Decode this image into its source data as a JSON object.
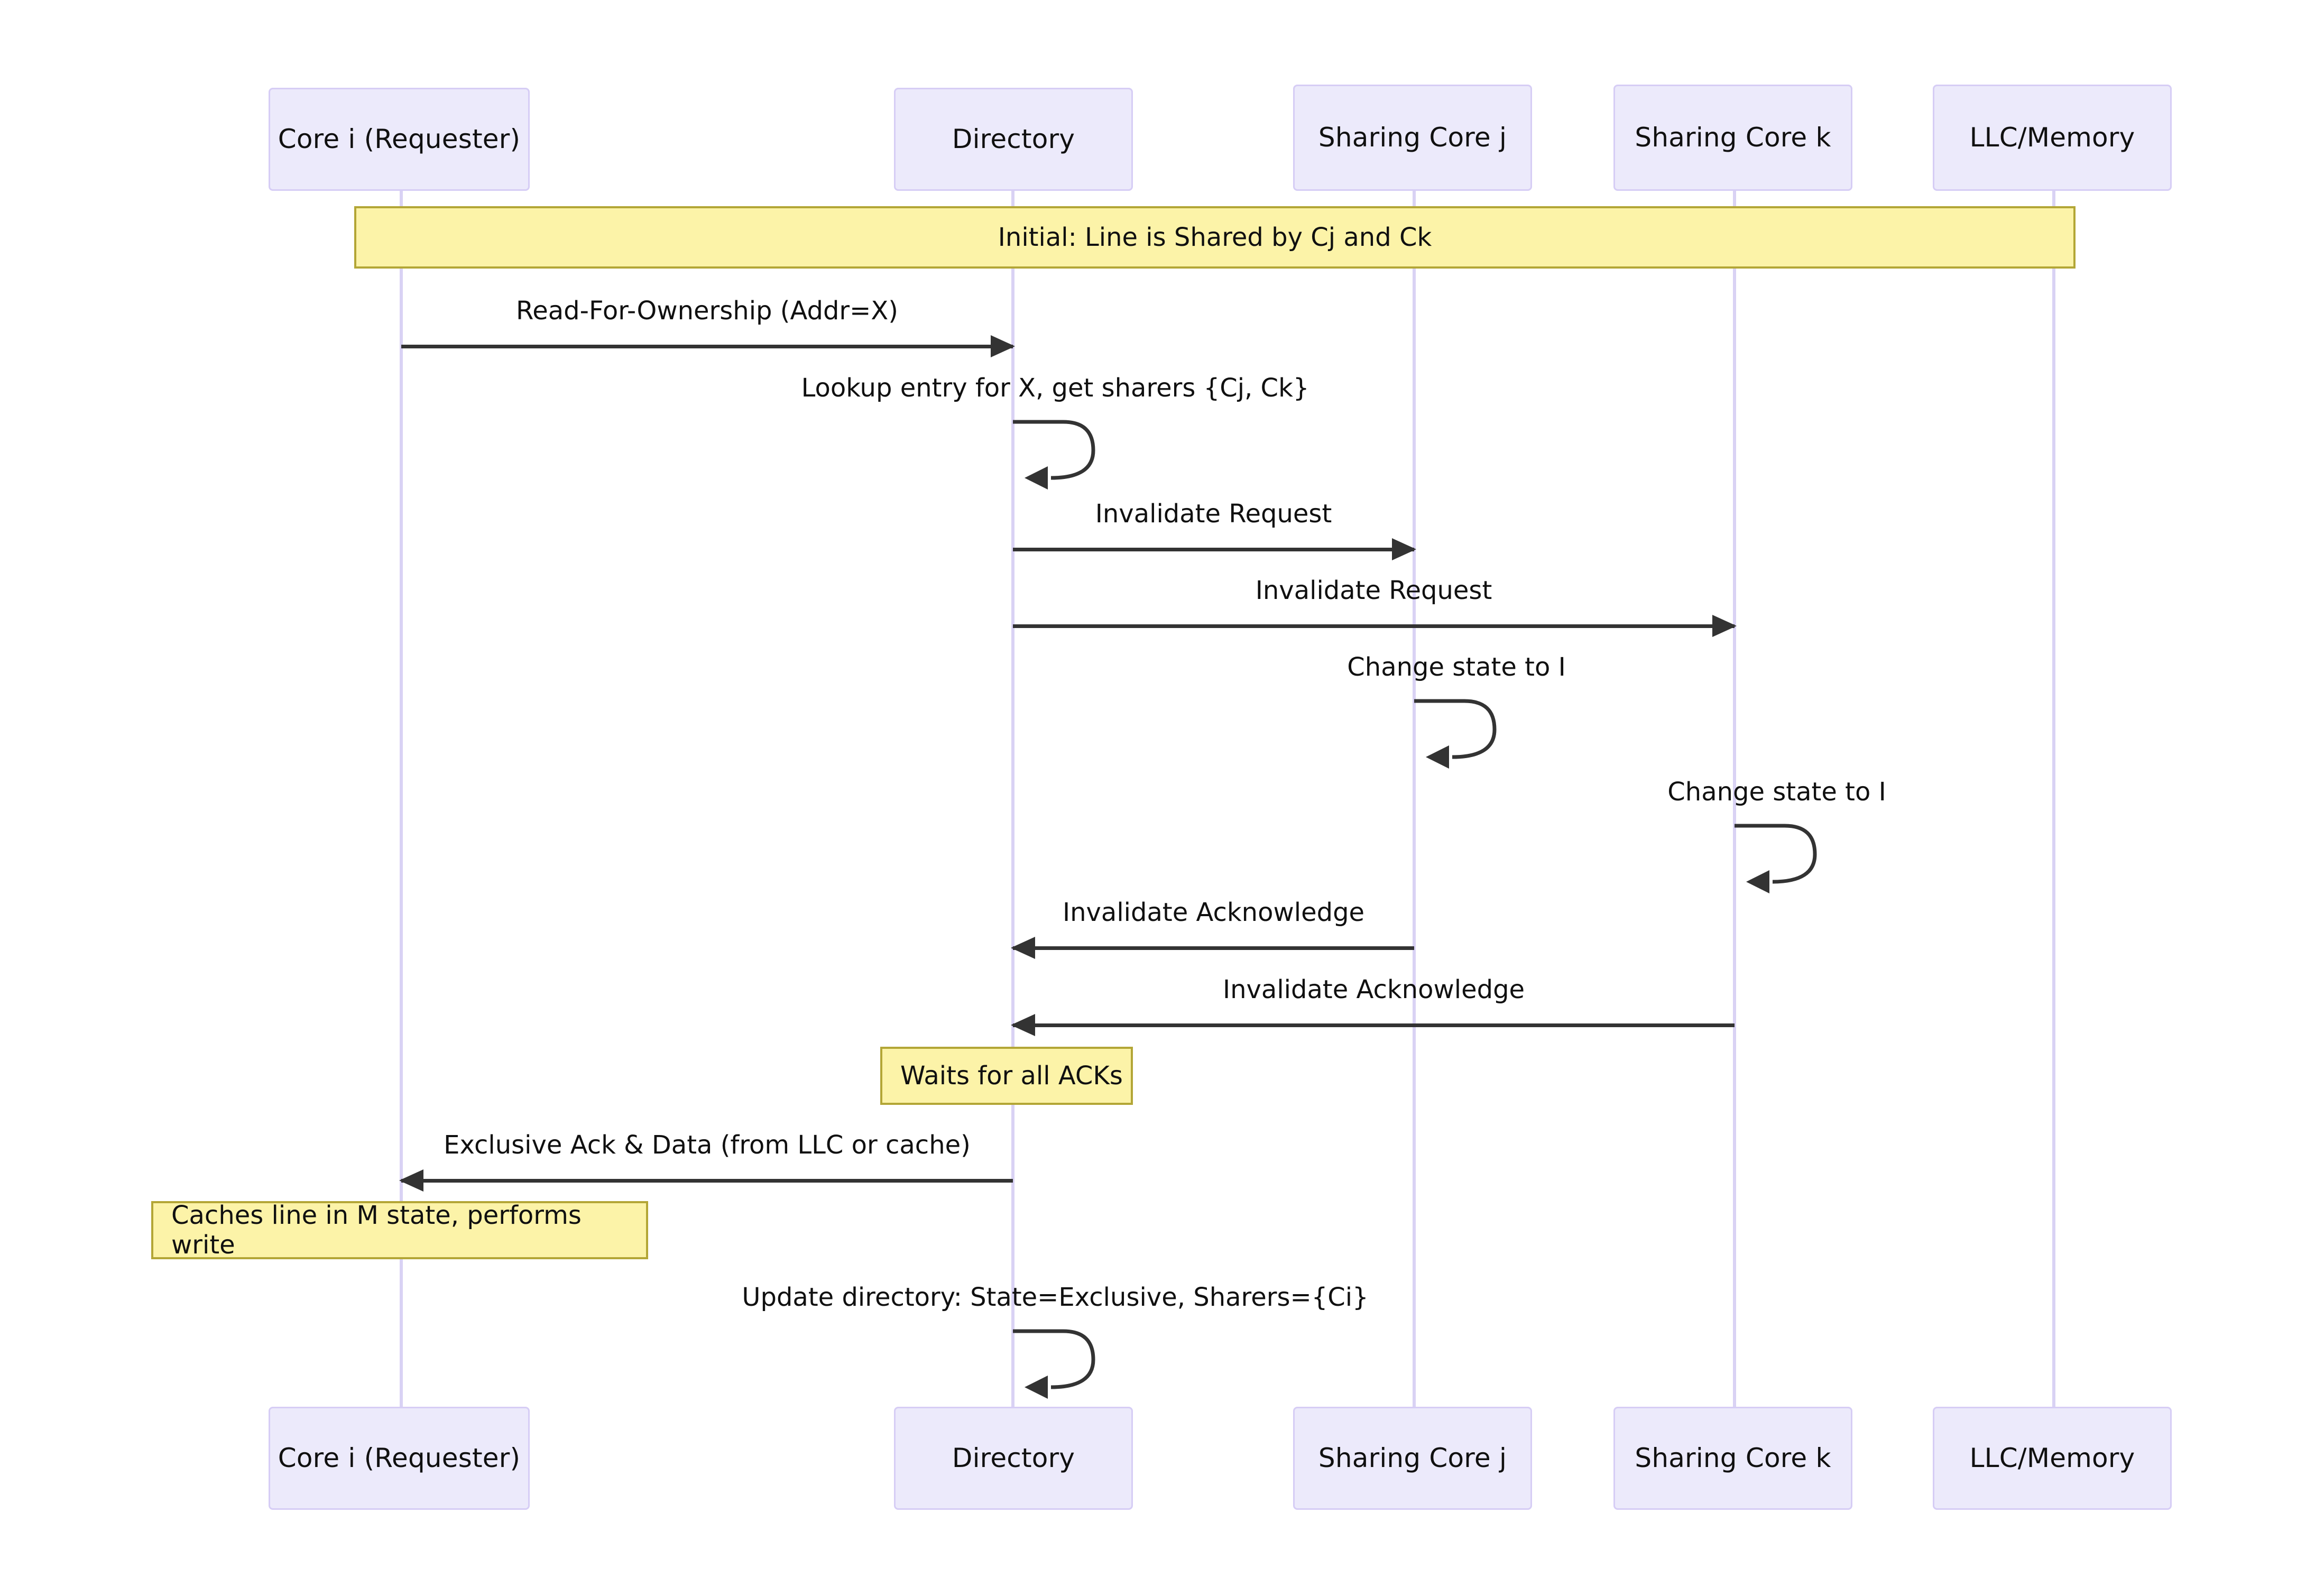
{
  "diagram": {
    "type": "sequence-diagram",
    "title": "Directory-based cache coherence: Read-For-Ownership",
    "colors": {
      "actor_fill": "#ECEAFB",
      "actor_border": "#D6CDF5",
      "lifeline": "#D9D2F4",
      "note_fill": "#FCF3A8",
      "note_border": "#B3A636",
      "arrow": "#333333",
      "text": "#101010",
      "background": "#FFFFFF"
    }
  },
  "participants": [
    {
      "id": "core_i",
      "label": "Core i (Requester)"
    },
    {
      "id": "directory",
      "label": "Directory"
    },
    {
      "id": "core_j",
      "label": "Sharing Core j"
    },
    {
      "id": "core_k",
      "label": "Sharing Core k"
    },
    {
      "id": "llc",
      "label": "LLC/Memory"
    }
  ],
  "notes": [
    {
      "id": "note_initial",
      "text": "Initial: Line is Shared by Cj and Ck",
      "span": "all",
      "align": "center"
    },
    {
      "id": "note_waits",
      "text": "Waits for all ACKs",
      "over": "directory",
      "align": "left"
    },
    {
      "id": "note_caches",
      "text": "Caches line in M state, performs write",
      "over": "core_i",
      "align": "left"
    }
  ],
  "messages": [
    {
      "id": "m1",
      "from": "core_i",
      "to": "directory",
      "label": "Read-For-Ownership (Addr=X)",
      "kind": "arrow",
      "direction": "right"
    },
    {
      "id": "m2",
      "from": "directory",
      "to": "directory",
      "label": "Lookup entry for X, get sharers {Cj, Ck}",
      "kind": "self"
    },
    {
      "id": "m3",
      "from": "directory",
      "to": "core_j",
      "label": "Invalidate Request",
      "kind": "arrow",
      "direction": "right"
    },
    {
      "id": "m4",
      "from": "directory",
      "to": "core_k",
      "label": "Invalidate Request",
      "kind": "arrow",
      "direction": "right"
    },
    {
      "id": "m5",
      "from": "core_j",
      "to": "core_j",
      "label": "Change state to I",
      "kind": "self"
    },
    {
      "id": "m6",
      "from": "core_k",
      "to": "core_k",
      "label": "Change state to I",
      "kind": "self"
    },
    {
      "id": "m7",
      "from": "core_j",
      "to": "directory",
      "label": "Invalidate Acknowledge",
      "kind": "arrow",
      "direction": "left"
    },
    {
      "id": "m8",
      "from": "core_k",
      "to": "directory",
      "label": "Invalidate Acknowledge",
      "kind": "arrow",
      "direction": "left"
    },
    {
      "id": "m9",
      "from": "directory",
      "to": "core_i",
      "label": "Exclusive Ack & Data (from LLC or cache)",
      "kind": "arrow",
      "direction": "left"
    },
    {
      "id": "m10",
      "from": "directory",
      "to": "directory",
      "label": "Update directory: State=Exclusive, Sharers={Ci}",
      "kind": "self"
    }
  ]
}
